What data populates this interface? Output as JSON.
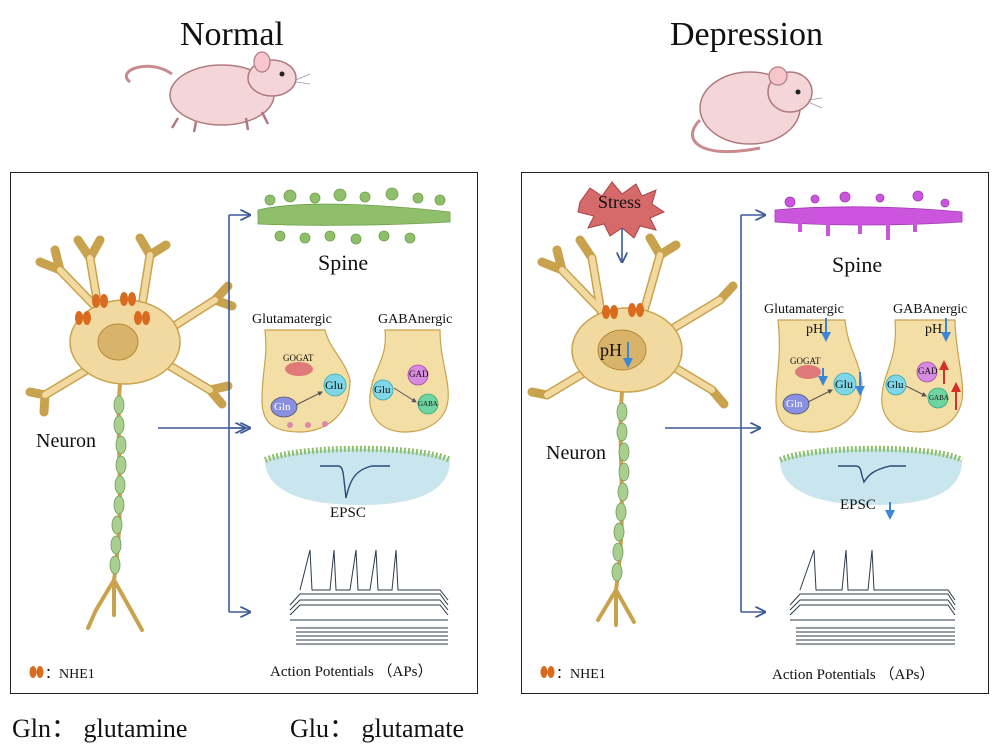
{
  "titles": {
    "normal": "Normal",
    "depression": "Depression"
  },
  "normal_panel": {
    "spine": "Spine",
    "glutamatergic": "Glutamatergic",
    "gabaergic": "GABAnergic",
    "gogat": "GOGAT",
    "glu": "Glu",
    "gln": "Gln",
    "gad": "GAD",
    "gaba": "GABA",
    "neuron": "Neuron",
    "epsc": "EPSC",
    "aps": "Action Potentials （APs）",
    "nhe1": "：NHE1"
  },
  "depression_panel": {
    "stress": "Stress",
    "ph": "pH",
    "spine": "Spine",
    "glutamatergic": "Glutamatergic",
    "gabaergic": "GABAnergic",
    "gogat": "GOGAT",
    "glu": "Glu",
    "gln": "Gln",
    "gad": "GAD",
    "gaba": "GABA",
    "neuron": "Neuron",
    "epsc": "EPSC",
    "aps": "Action Potentials （APs）",
    "nhe1": "：NHE1"
  },
  "footer": {
    "gln": "Gln： glutamine",
    "glu": "Glu： glutamate"
  },
  "colors": {
    "neuron": "#f2d9a0",
    "neuron_stroke": "#c9a24e",
    "axon": "#a9cf8f",
    "spine_normal": "#8fbf6a",
    "spine_depression": "#cc55dd",
    "terminal": "#f3dea6",
    "nhe1": "#d96a1e",
    "arrow": "#3c5a9a",
    "down_arrow": "#3b86d6",
    "up_arrow": "#d3302a",
    "stress": "#d66a6a",
    "gogat": "#e07a7a",
    "glu": "#7fd6e6",
    "gln": "#8a90e0",
    "gad": "#d78be0",
    "gaba": "#6fd4a0",
    "postsyn": "#c9e6ef",
    "mouse": "#f4d6d9"
  }
}
